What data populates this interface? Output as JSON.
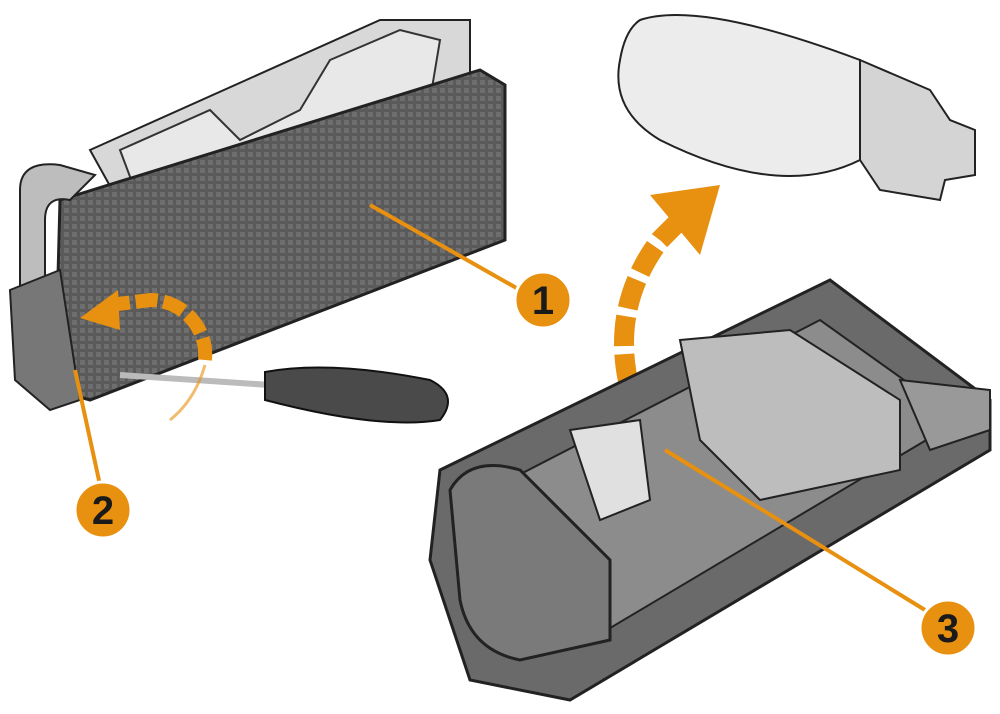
{
  "figure": {
    "callouts": [
      {
        "label": "1"
      },
      {
        "label": "2"
      },
      {
        "label": "3"
      }
    ]
  },
  "colors": {
    "accent": "#E8900F",
    "part_dark": "#4a4a4a",
    "part_mid": "#9a9a9a",
    "part_light": "#d6d6d6",
    "outline": "#222222"
  }
}
